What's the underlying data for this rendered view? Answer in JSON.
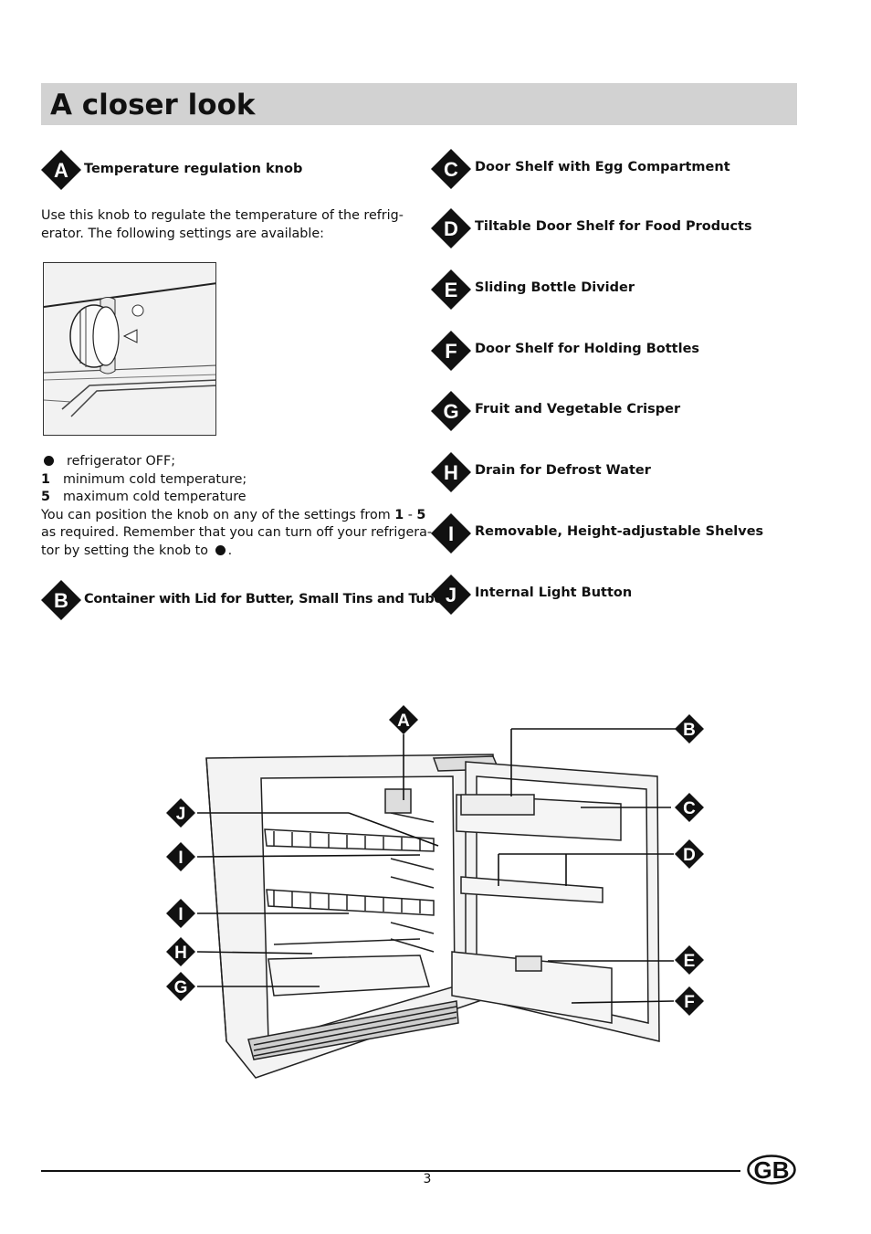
{
  "page": {
    "title": "A closer look",
    "page_number": "3",
    "language_badge": "GB"
  },
  "items": [
    {
      "letter": "A",
      "label": "Temperature regulation knob"
    },
    {
      "letter": "B",
      "label": "Container with Lid for Butter, Small Tins and Tubes"
    },
    {
      "letter": "C",
      "label": "Door Shelf with Egg Compartment"
    },
    {
      "letter": "D",
      "label": "Tiltable Door Shelf for Food Products"
    },
    {
      "letter": "E",
      "label": "Sliding Bottle Divider"
    },
    {
      "letter": "F",
      "label": "Door Shelf for Holding Bottles"
    },
    {
      "letter": "G",
      "label": "Fruit and Vegetable Crisper"
    },
    {
      "letter": "H",
      "label": "Drain for Defrost Water"
    },
    {
      "letter": "I",
      "label": "Removable, Height-adjustable Shelves"
    },
    {
      "letter": "J",
      "label": "Internal Light Button"
    }
  ],
  "knob_section": {
    "intro_line1": "Use this knob to regulate the temperature of the refrig-",
    "intro_line2": "erator. The following settings are available:",
    "setting_off": "refrigerator OFF;",
    "setting_1_num": "1",
    "setting_1_text": "minimum cold temperature;",
    "setting_5_num": "5",
    "setting_5_text": "maximum cold temperature",
    "position_line1_a": "You can position the knob on any of the settings from ",
    "position_from": "1",
    "position_dash": " - ",
    "position_to": "5",
    "position_line2": "as required. Remember that you can turn off your refrigera-",
    "position_line3": "tor by setting the knob to ",
    "position_line3_end": "."
  },
  "diagram_labels": [
    "A",
    "B",
    "C",
    "D",
    "E",
    "F",
    "G",
    "H",
    "I",
    "I",
    "J"
  ],
  "colors": {
    "title_bar": "#d2d2d2",
    "badge": "#111111"
  }
}
